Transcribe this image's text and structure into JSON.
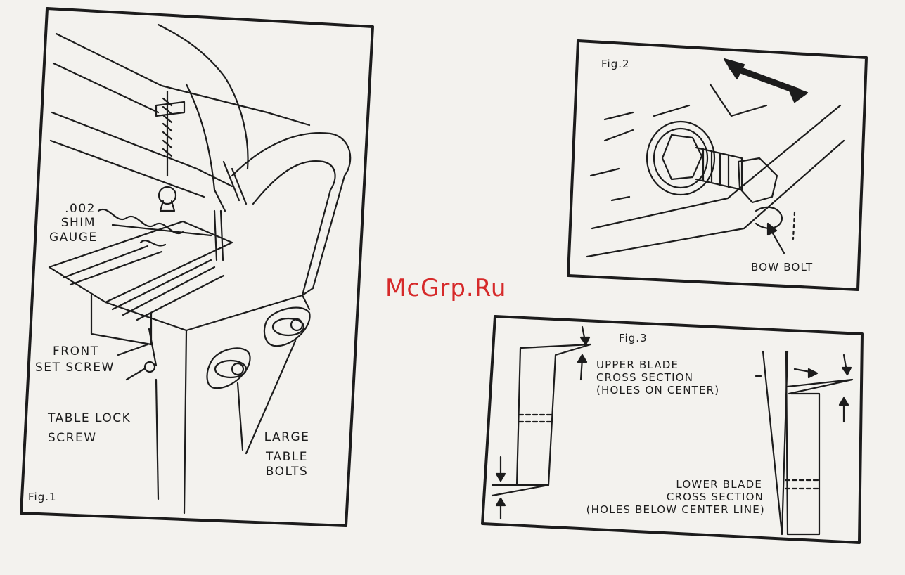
{
  "watermark": "McGrp.Ru",
  "fig1": {
    "caption": "Fig.1",
    "shim_gauge": [
      ".002",
      "SHIM",
      "GAUGE"
    ],
    "front_set_screw": [
      "FRONT",
      "SET SCREW"
    ],
    "table_lock_screw": [
      "TABLE LOCK",
      "SCREW"
    ],
    "large_table_bolts": [
      "LARGE",
      "TABLE",
      "BOLTS"
    ]
  },
  "fig2": {
    "caption": "Fig.2",
    "bow_bolt": "BOW BOLT"
  },
  "fig3": {
    "caption": "Fig.3",
    "upper_blade": [
      "UPPER BLADE",
      "CROSS SECTION",
      "(HOLES ON CENTER)"
    ],
    "lower_blade": [
      "LOWER BLADE",
      "CROSS SECTION",
      "(HOLES BELOW CENTER LINE)"
    ]
  },
  "colors": {
    "line": "#1c1c1c",
    "paper": "#f3f2ee",
    "watermark": "#d62a2a"
  }
}
